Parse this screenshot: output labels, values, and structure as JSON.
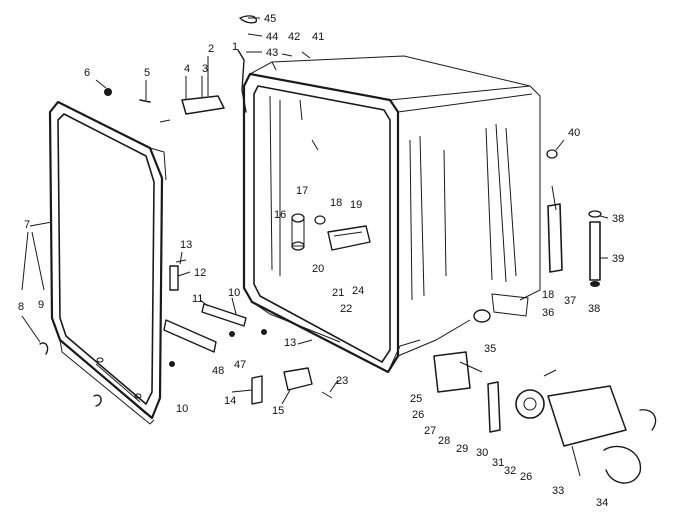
{
  "parts": [
    {
      "id": "p45",
      "label": "45"
    },
    {
      "id": "p44",
      "label": "44"
    },
    {
      "id": "p43",
      "label": "43"
    },
    {
      "id": "p42",
      "label": "42"
    },
    {
      "id": "p41",
      "label": "41"
    },
    {
      "id": "p1",
      "label": "1"
    },
    {
      "id": "p2",
      "label": "2"
    },
    {
      "id": "p3",
      "label": "3"
    },
    {
      "id": "p4",
      "label": "4"
    },
    {
      "id": "p5",
      "label": "5"
    },
    {
      "id": "p6",
      "label": "6"
    },
    {
      "id": "p7",
      "label": "7"
    },
    {
      "id": "p8",
      "label": "8"
    },
    {
      "id": "p9",
      "label": "9"
    },
    {
      "id": "p10a",
      "label": "10"
    },
    {
      "id": "p10b",
      "label": "10"
    },
    {
      "id": "p11",
      "label": "11"
    },
    {
      "id": "p12",
      "label": "12"
    },
    {
      "id": "p13a",
      "label": "13"
    },
    {
      "id": "p13b",
      "label": "13"
    },
    {
      "id": "p14",
      "label": "14"
    },
    {
      "id": "p15",
      "label": "15"
    },
    {
      "id": "p16",
      "label": "16"
    },
    {
      "id": "p17",
      "label": "17"
    },
    {
      "id": "p18a",
      "label": "18"
    },
    {
      "id": "p18b",
      "label": "18"
    },
    {
      "id": "p19",
      "label": "19"
    },
    {
      "id": "p20",
      "label": "20"
    },
    {
      "id": "p21",
      "label": "21"
    },
    {
      "id": "p22",
      "label": "22"
    },
    {
      "id": "p23",
      "label": "23"
    },
    {
      "id": "p24",
      "label": "24"
    },
    {
      "id": "p25",
      "label": "25"
    },
    {
      "id": "p26a",
      "label": "26"
    },
    {
      "id": "p26b",
      "label": "26"
    },
    {
      "id": "p27",
      "label": "27"
    },
    {
      "id": "p28",
      "label": "28"
    },
    {
      "id": "p29",
      "label": "29"
    },
    {
      "id": "p30",
      "label": "30"
    },
    {
      "id": "p31",
      "label": "31"
    },
    {
      "id": "p32",
      "label": "32"
    },
    {
      "id": "p33",
      "label": "33"
    },
    {
      "id": "p34",
      "label": "34"
    },
    {
      "id": "p35",
      "label": "35"
    },
    {
      "id": "p36",
      "label": "36"
    },
    {
      "id": "p37",
      "label": "37"
    },
    {
      "id": "p38a",
      "label": "38"
    },
    {
      "id": "p38b",
      "label": "38"
    },
    {
      "id": "p39",
      "label": "39"
    },
    {
      "id": "p40",
      "label": "40"
    },
    {
      "id": "p47",
      "label": "47"
    },
    {
      "id": "p48",
      "label": "48"
    }
  ]
}
